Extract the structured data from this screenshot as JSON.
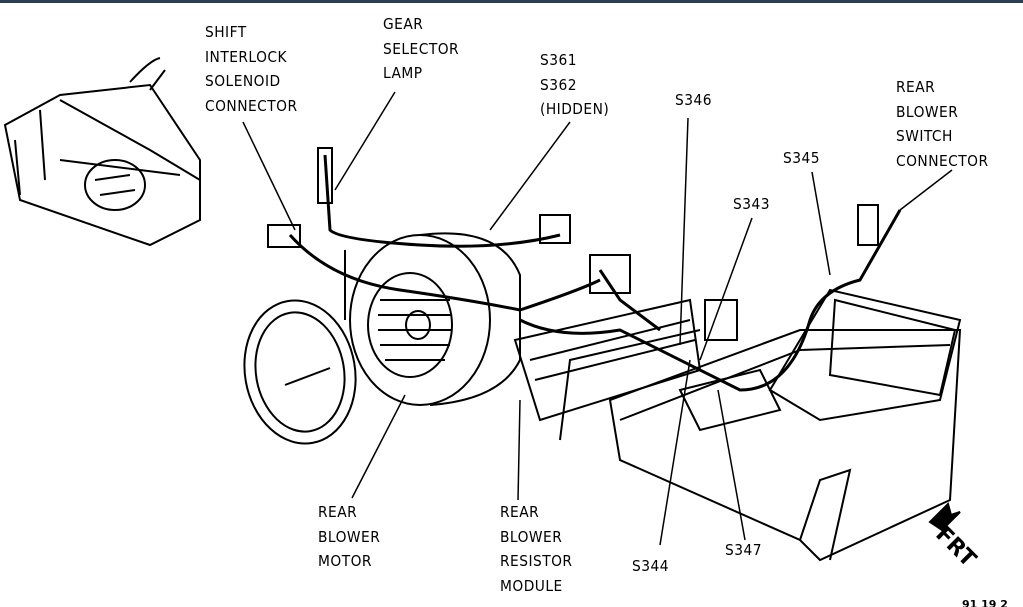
{
  "labels": {
    "shift_interlock": "SHIFT\nINTERLOCK\nSOLENOID\nCONNECTOR",
    "gear_selector": "GEAR\nSELECTOR\nLAMP",
    "s361": "S361\nS362\n(HIDDEN)",
    "s346": "S346",
    "rear_blower_switch": "REAR\nBLOWER\nSWITCH\nCONNECTOR",
    "s345": "S345",
    "s343": "S343",
    "rear_blower_motor": "REAR\nBLOWER\nMOTOR",
    "rear_blower_resistor": "REAR\nBLOWER\nRESISTOR\nMODULE",
    "s344": "S344",
    "s347": "S347"
  },
  "direction_marker": "FRT",
  "figure_code": "91 19 2",
  "colors": {
    "ink": "#000000",
    "header_bar": "#2b3f55"
  }
}
